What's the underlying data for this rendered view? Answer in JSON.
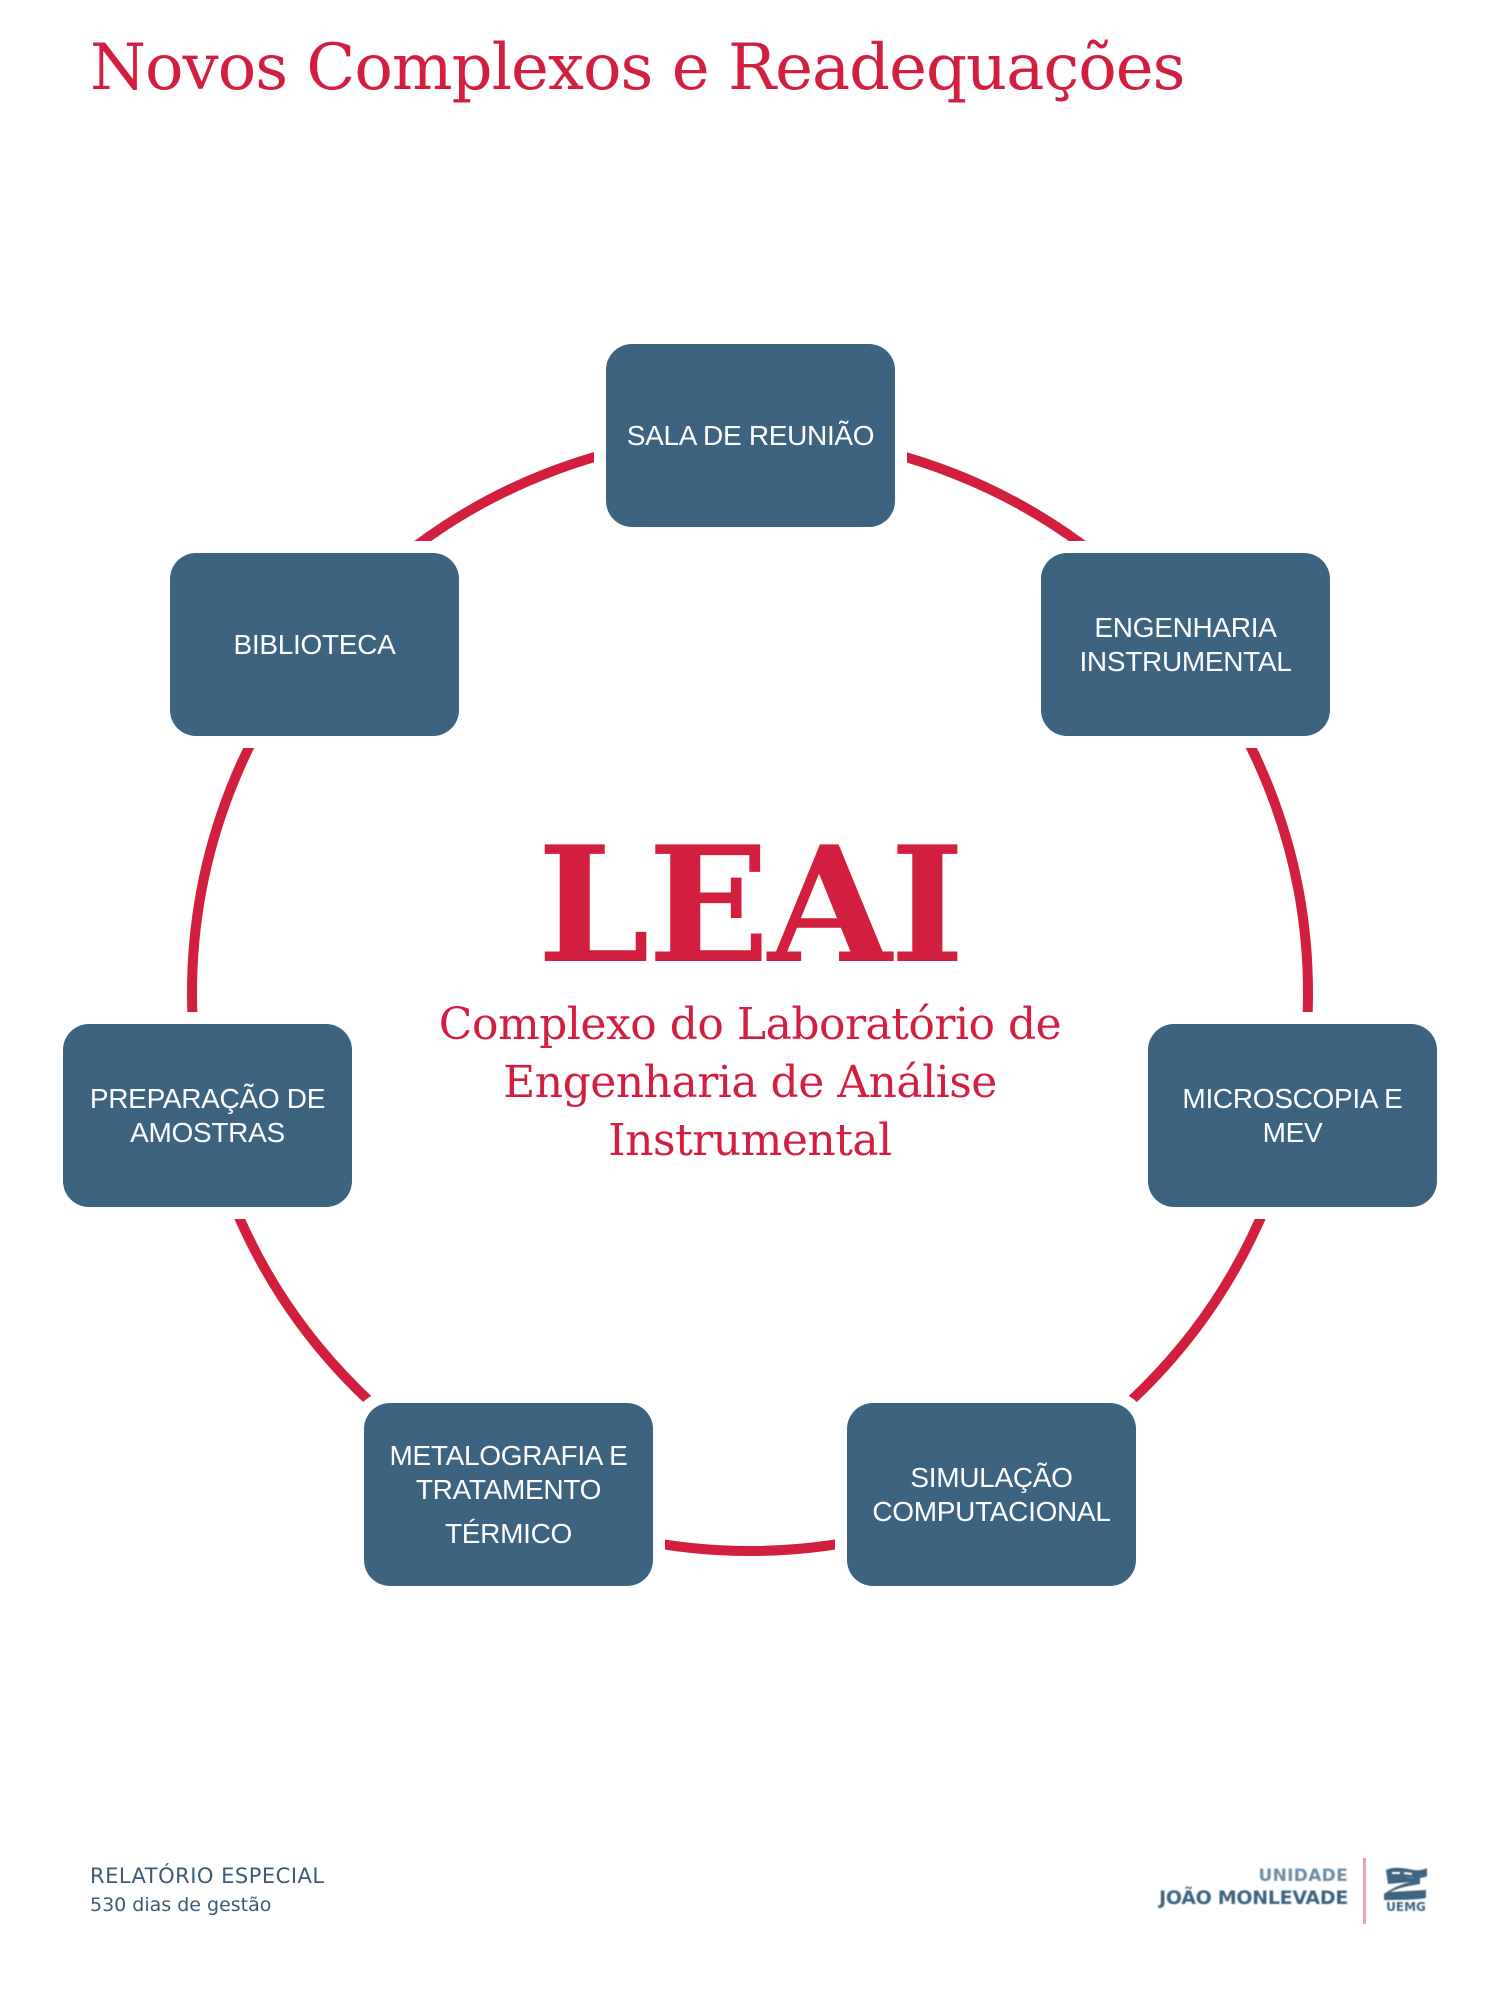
{
  "header": {
    "title": "Novos Complexos e Readequações"
  },
  "diagram": {
    "type": "cycle",
    "center": {
      "acronym": "LEAI",
      "subtitle_lines": [
        "Complexo do Laboratório de",
        "Engenharia de Análise",
        "Instrumental"
      ]
    },
    "nodes": [
      {
        "id": "sala-de-reuniao",
        "lines": [
          "SALA DE REUNIÃO"
        ]
      },
      {
        "id": "engenharia-instrumental",
        "lines": [
          "ENGENHARIA",
          "INSTRUMENTAL"
        ]
      },
      {
        "id": "microscopia-e-mev",
        "lines": [
          "MICROSCOPIA E",
          "MEV"
        ]
      },
      {
        "id": "simulacao-computacional",
        "lines": [
          "SIMULAÇÃO",
          "COMPUTACIONAL"
        ]
      },
      {
        "id": "metalografia-e-tratamento-termico",
        "lines": [
          "METALOGRAFIA E",
          "TRATAMENTO",
          "TÉRMICO"
        ]
      },
      {
        "id": "preparacao-de-amostras",
        "lines": [
          "PREPARAÇÃO DE",
          "AMOSTRAS"
        ]
      },
      {
        "id": "biblioteca",
        "lines": [
          "BIBLIOTECA"
        ]
      }
    ],
    "colors": {
      "ring": "#d31f3f",
      "node_fill": "#3c6380",
      "node_text": "#ffffff",
      "center_text": "#d31f3f"
    }
  },
  "footer": {
    "report_label": "RELATÓRIO ESPECIAL",
    "subtitle": "530 dias de gestão",
    "logo": {
      "unit_label": "UNIDADE",
      "unit_name": "JOÃO MONLEVADE",
      "org_abbrev": "UEMG",
      "emblem_icon": "uemg-emblem-icon"
    }
  }
}
